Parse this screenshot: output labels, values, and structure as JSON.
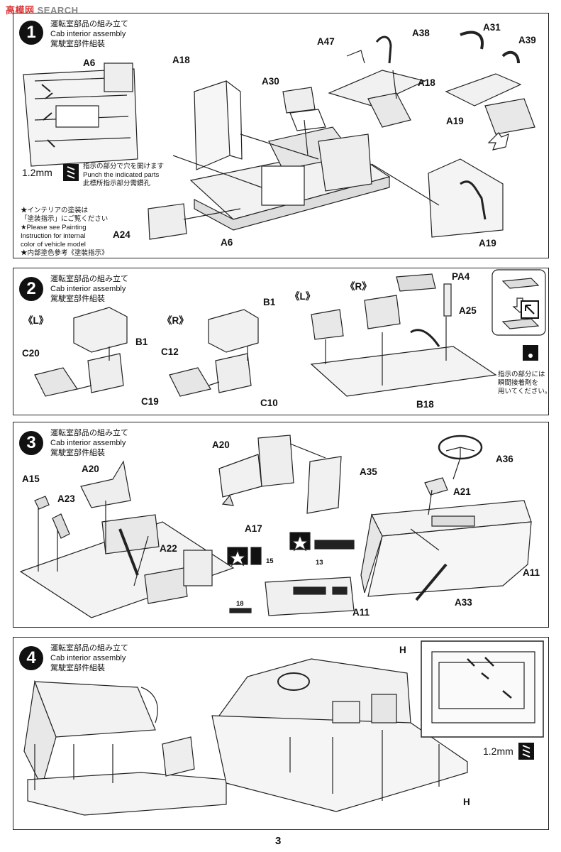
{
  "watermark": {
    "prefix": "高模网",
    "suffix": "SEARCH"
  },
  "steps": [
    {
      "number": "1",
      "title_jp": "運転室部品の組み立て",
      "title_en": "Cab interior assembly",
      "title_cn": "駕駛室部件組裝",
      "parts": [
        "A6",
        "A18",
        "A30",
        "A47",
        "A38",
        "A18",
        "A31",
        "A39",
        "A19",
        "A24",
        "A6",
        "A19"
      ],
      "drill": {
        "size": "1.2mm",
        "jp": "指示の部分で穴を開けます",
        "en": "Punch the indicated parts",
        "cn": "此標所指示部分需鑽孔"
      },
      "notes": [
        "★インテリアの塗装は",
        "「塗装指示」にご覧ください",
        "★Please see Painting",
        "Instruction for internal",
        "color of vehicle model",
        "★内部塗色參考《塗裝指示》"
      ]
    },
    {
      "number": "2",
      "title_jp": "運転室部品の組み立て",
      "title_en": "Cab interior assembly",
      "title_cn": "駕駛室部件組裝",
      "side_l": "《L》",
      "side_r": "《R》",
      "parts": [
        "B1",
        "C20",
        "C19",
        "B1",
        "C12",
        "C10",
        "PA4",
        "A25",
        "B18"
      ],
      "glue_note": [
        "指示の部分には",
        "瞬間接着剤を",
        "用いてください。"
      ]
    },
    {
      "number": "3",
      "title_jp": "運転室部品の組み立て",
      "title_en": "Cab interior assembly",
      "title_cn": "駕駛室部件組裝",
      "parts": [
        "A15",
        "A20",
        "A23",
        "A22",
        "A20",
        "A35",
        "A17",
        "A36",
        "A21",
        "A11",
        "A33",
        "A11"
      ],
      "decals": [
        "15",
        "13",
        "18"
      ]
    },
    {
      "number": "4",
      "title_jp": "運転室部品の組み立て",
      "title_en": "Cab interior assembly",
      "title_cn": "駕駛室部件組裝",
      "parts": [
        "H",
        "H"
      ],
      "drill": {
        "size": "1.2mm"
      }
    }
  ],
  "page_number": "3"
}
